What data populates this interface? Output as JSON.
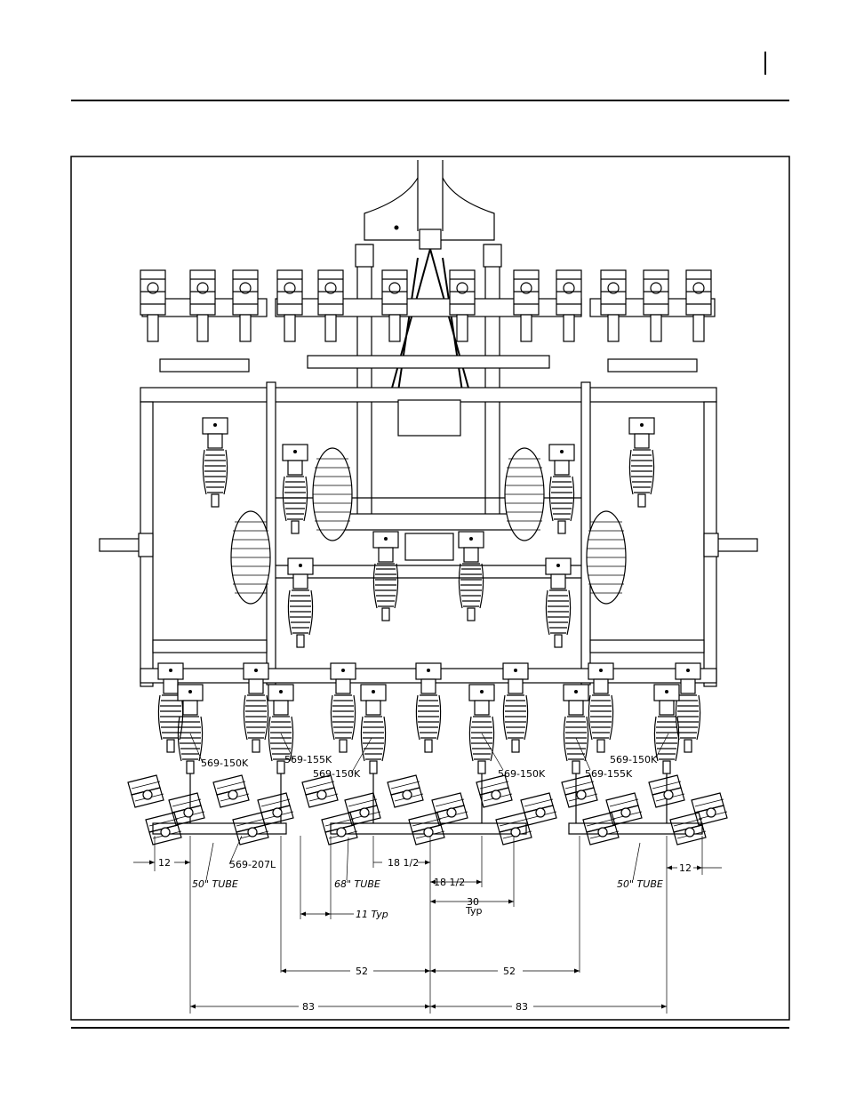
{
  "diagram": {
    "part_labels": [
      {
        "id": "p1",
        "text": "569-150K"
      },
      {
        "id": "p2",
        "text": "569-155K"
      },
      {
        "id": "p3",
        "text": "569-150K"
      },
      {
        "id": "p4",
        "text": "569-150K"
      },
      {
        "id": "p5",
        "text": "569-155K"
      },
      {
        "id": "p6",
        "text": "569-150K"
      },
      {
        "id": "p7",
        "text": "569-207L"
      }
    ],
    "tube_labels": [
      {
        "id": "t1",
        "text": "50\"  TUBE"
      },
      {
        "id": "t2",
        "text": "68\"  TUBE"
      },
      {
        "id": "t3",
        "text": "50\"  TUBE"
      }
    ],
    "dimensions": [
      {
        "id": "d12l",
        "text": "12"
      },
      {
        "id": "d12r",
        "text": "12"
      },
      {
        "id": "d18a",
        "text": "18  1/2"
      },
      {
        "id": "d18b",
        "text": "18  1/2"
      },
      {
        "id": "d30",
        "text": "30"
      },
      {
        "id": "d30typ",
        "text": "Typ"
      },
      {
        "id": "d11",
        "text": "11 Typ"
      },
      {
        "id": "d52l",
        "text": "52"
      },
      {
        "id": "d52r",
        "text": "52"
      },
      {
        "id": "d83l",
        "text": "83"
      },
      {
        "id": "d83r",
        "text": "83"
      }
    ]
  }
}
